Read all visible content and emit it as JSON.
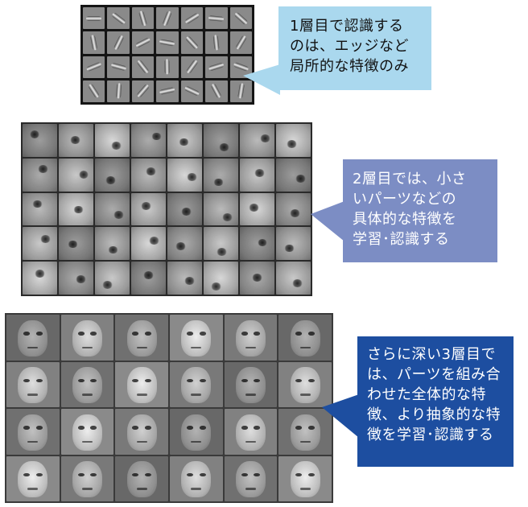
{
  "layer1": {
    "callout": "1層目で認識する\nのは、エッジなど\n局所的な特徴のみ",
    "rows": 4,
    "cols": 7
  },
  "layer2": {
    "callout": "2層目では、小さ\nいパーツなどの\n具体的な特徴を\n学習･認識する",
    "rows": 5,
    "cols": 8
  },
  "layer3": {
    "callout": "さらに深い3層目で\nは、パーツを組み合\nわせた全体的な特\n徴、より抽象的な特\n徴を学習･認識する",
    "rows": 4,
    "cols": 6
  },
  "colors": {
    "callout1": "#aad8ee",
    "callout2": "#7c8dc4",
    "callout3": "#1d4ea0"
  }
}
